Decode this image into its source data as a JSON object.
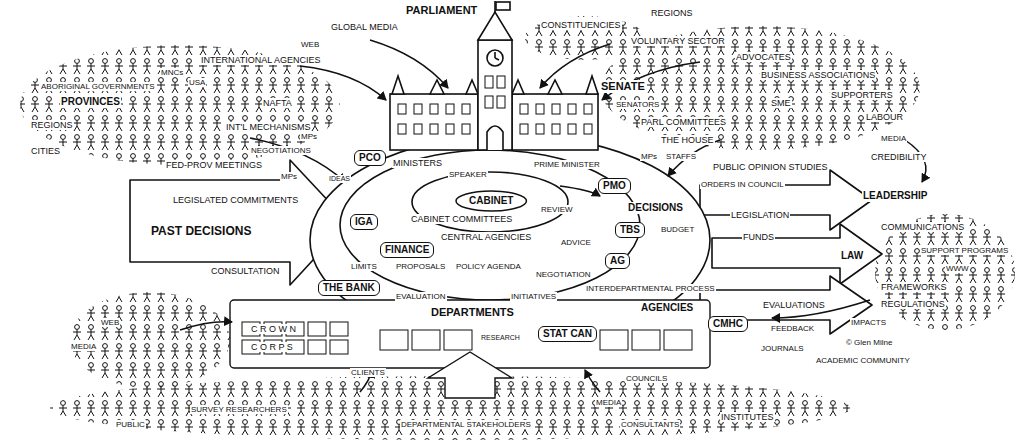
{
  "diagram": {
    "nodes": [
      {
        "text": [
          "PCO"
        ]
      },
      {
        "text": [
          "IGA"
        ]
      },
      {
        "text": [
          "FINANCE"
        ]
      },
      {
        "text": [
          "CABINET"
        ]
      },
      {
        "text": [
          "PMO"
        ]
      },
      {
        "text": [
          "TBS"
        ]
      },
      {
        "text": [
          "AG"
        ]
      },
      {
        "text": [
          "THE BANK"
        ]
      },
      {
        "text": [
          "STAT CAN"
        ]
      },
      {
        "text": [
          "CMHC"
        ]
      }
    ],
    "labels": [
      "PARLIAMENT",
      "CONSTITUENCIES",
      "REGIONS",
      "VOLUNTARY SECTOR",
      "ADVOCATES",
      "BUSINESS ASSOCIATIONS",
      "SUPPORTERS",
      "SME",
      "LABOUR",
      "MEDIA",
      "GLOBAL MEDIA",
      "WEB",
      "INTERNATIONAL AGENCIES",
      "MNCs",
      "USA",
      "ABORIGINAL GOVERNMENTS",
      "PROVINCES",
      "REGIONS",
      "CITIES",
      "NAFTA",
      "INT'L MECHANISMS",
      "NEGOTIATIONS",
      "FED-PROV MEETINGS",
      "LEGISLATED COMMITMENTS",
      "PAST DECISIONS",
      "CONSULTATION",
      "MPs",
      "IDEAS",
      "SENATE",
      "SENATORS",
      "PARL COMMITTEES",
      "THE HOUSE",
      "MPs",
      "STAFFS",
      "PUBLIC OPINION STUDIES",
      "CREDIBILITY",
      "LEADERSHIP",
      "COMMUNICATIONS",
      "LAW",
      "SUPPORT PROGRAMS",
      "WWW",
      "FRAMEWORKS",
      "REGULATIONS",
      "IMPACTS",
      "ORDERS IN COUNCIL",
      "LEGISLATION",
      "FUNDS",
      "DECISIONS",
      "BUDGET",
      "ADVICE",
      "REVIEW",
      "MINISTERS",
      "SPEAKER",
      "PRIME MINISTER",
      "CABINET COMMITTEES",
      "CENTRAL AGENCIES",
      "LIMITS",
      "PROPOSALS",
      "POLICY AGENDA",
      "NEGOTIATION",
      "EVALUATION",
      "INITIATIVES",
      "INTERDEPARTMENTAL PROCESS",
      "DEPARTMENTS",
      "AGENCIES",
      "EVALUATIONS",
      "FEEDBACK",
      "JOURNALS",
      "ACADEMIC COMMUNITY",
      "© Glen Milne",
      "INSTITUTES",
      "CONSULTANTS",
      "MEDIA",
      "COUNCILS",
      "DEPARTMENTAL STAKEHOLDERS",
      "SURVEY RESEARCHERS",
      "PUBLIC",
      "MEDIA",
      "WEB",
      "CLIENTS",
      "C R O W N",
      "C O R P S",
      "RESEARCH",
      "MPs"
    ]
  }
}
